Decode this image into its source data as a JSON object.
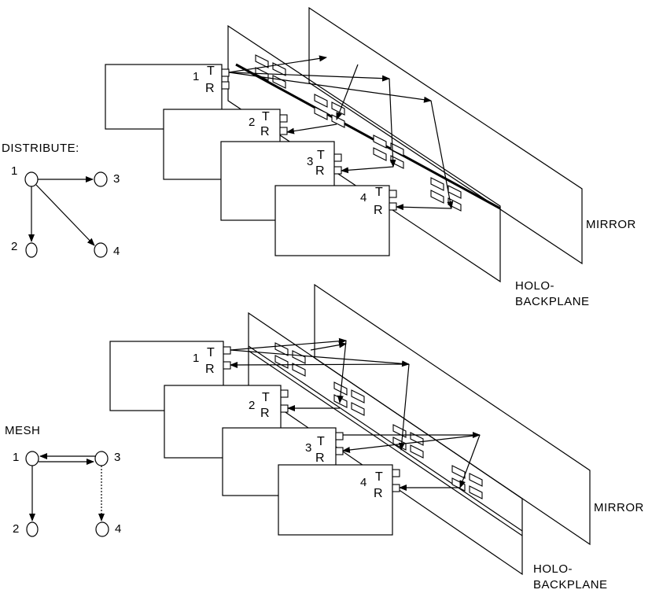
{
  "labels": {
    "top_mirror": "MIRROR",
    "top_holo_1": "HOLO-",
    "top_holo_2": "BACKPLANE",
    "bottom_mirror": "MIRROR",
    "bottom_holo_1": "HOLO-",
    "bottom_holo_2": "BACKPLANE",
    "distribute_title": "DISTRIBUTE:",
    "mesh_title": "MESH"
  },
  "ports": {
    "transmit": "T",
    "receive": "R"
  },
  "boards": [
    "1",
    "2",
    "3",
    "4"
  ],
  "graph_nodes": [
    "1",
    "2",
    "3",
    "4"
  ]
}
